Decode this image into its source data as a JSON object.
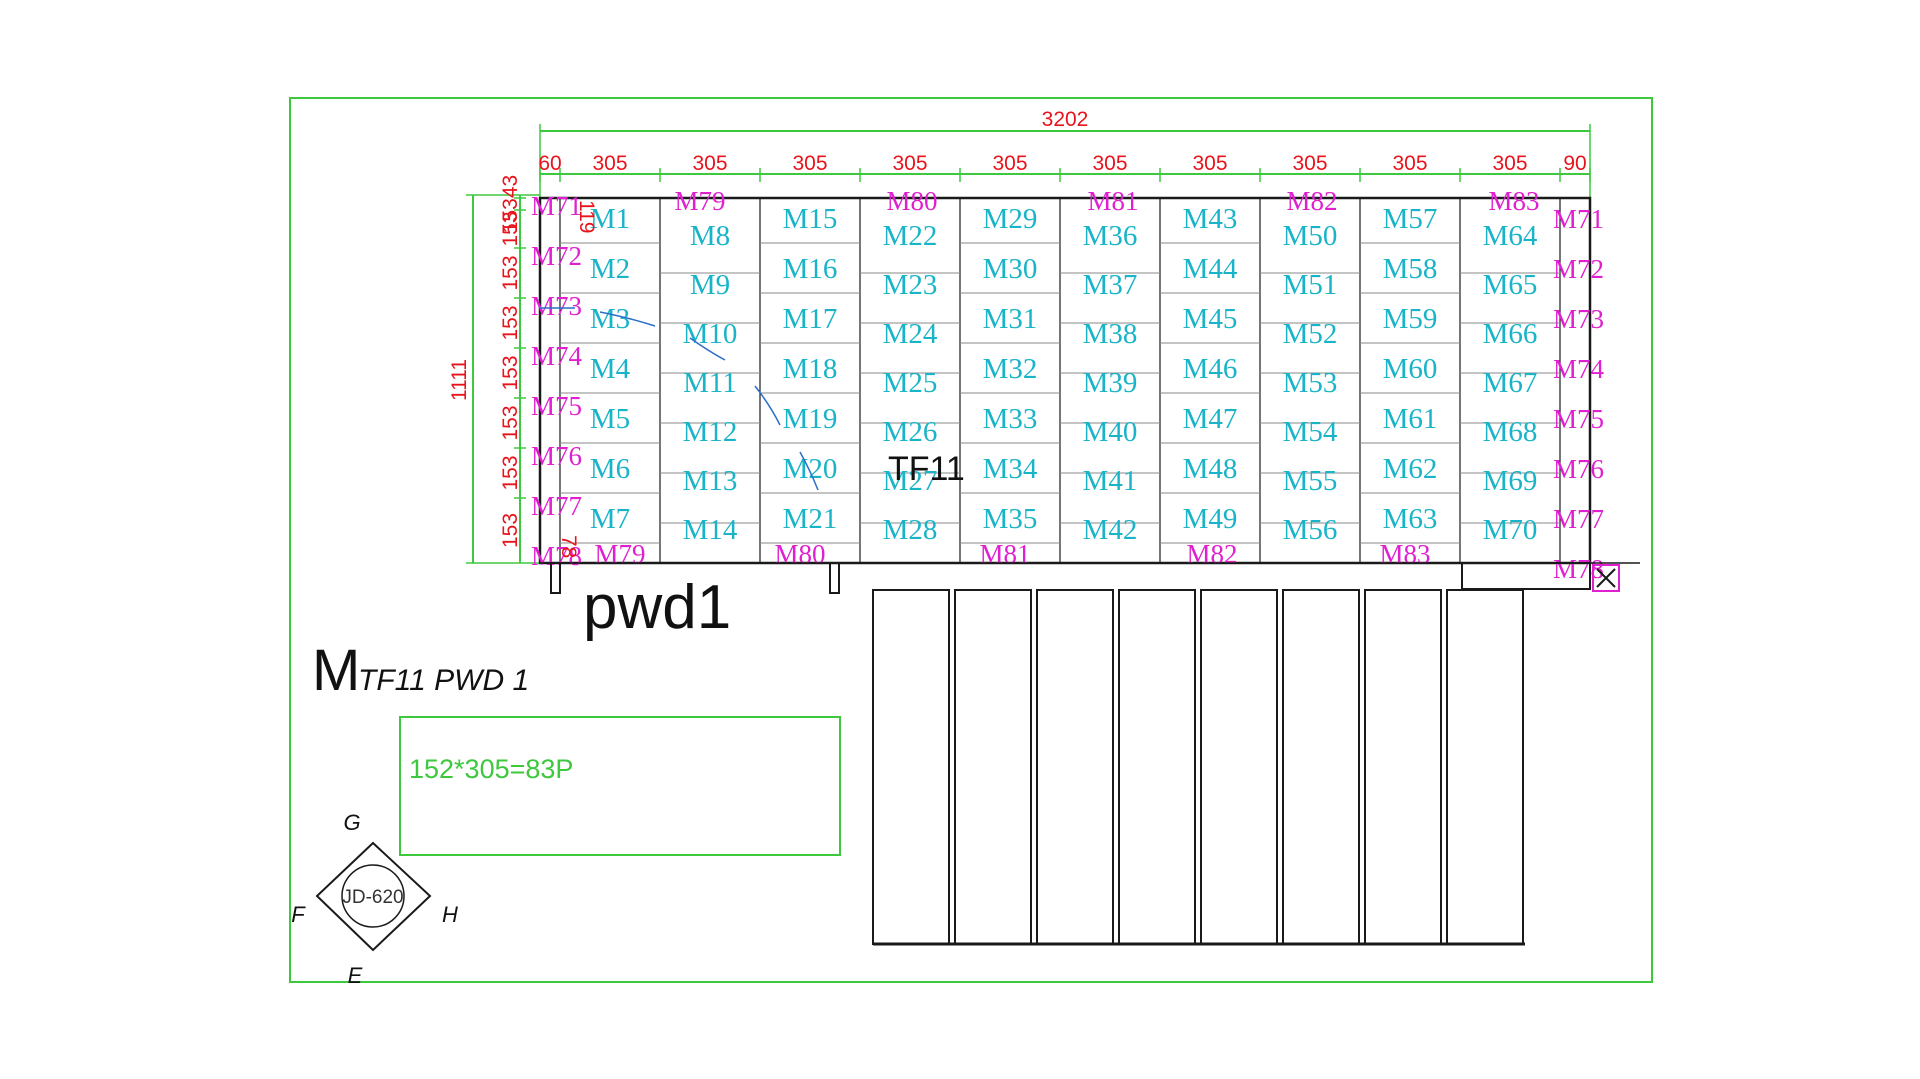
{
  "overall_width": "3202",
  "column_widths": [
    "60",
    "305",
    "305",
    "305",
    "305",
    "305",
    "305",
    "305",
    "305",
    "305",
    "305",
    "90"
  ],
  "height_total": "1111",
  "row_heights": [
    "15343",
    "153",
    "153",
    "153",
    "153",
    "153",
    "153",
    "153"
  ],
  "small_dims": [
    "119",
    "78"
  ],
  "columns": [
    [
      "M1",
      "M2",
      "M3",
      "M4",
      "M5",
      "M6",
      "M7"
    ],
    [
      "M8",
      "M9",
      "M10",
      "M11",
      "M12",
      "M13",
      "M14"
    ],
    [
      "M15",
      "M16",
      "M17",
      "M18",
      "M19",
      "M20",
      "M21"
    ],
    [
      "M22",
      "M23",
      "M24",
      "M25",
      "M26",
      "M27",
      "M28"
    ],
    [
      "M29",
      "M30",
      "M31",
      "M32",
      "M33",
      "M34",
      "M35"
    ],
    [
      "M36",
      "M37",
      "M38",
      "M39",
      "M40",
      "M41",
      "M42"
    ],
    [
      "M43",
      "M44",
      "M45",
      "M46",
      "M47",
      "M48",
      "M49"
    ],
    [
      "M50",
      "M51",
      "M52",
      "M53",
      "M54",
      "M55",
      "M56"
    ],
    [
      "M57",
      "M58",
      "M59",
      "M60",
      "M61",
      "M62",
      "M63"
    ],
    [
      "M64",
      "M65",
      "M66",
      "M67",
      "M68",
      "M69",
      "M70"
    ]
  ],
  "edge_left": [
    "M71",
    "M72",
    "M73",
    "M74",
    "M75",
    "M76",
    "M77",
    "M78"
  ],
  "edge_right": [
    "M71",
    "M72",
    "M73",
    "M74",
    "M75",
    "M76",
    "M77",
    "M78"
  ],
  "top_labels": [
    "M79",
    "M80",
    "M81",
    "M82",
    "M83"
  ],
  "bottom_labels": [
    "M79",
    "M80",
    "M81",
    "M82",
    "M83"
  ],
  "room_label": "TF11",
  "pwd_label": "pwd1",
  "title_big": "M",
  "title_small": "TF11 PWD 1",
  "formula": "152*305=83P",
  "compass": {
    "center": "JD-620",
    "top": "G",
    "left": "F",
    "right": "H",
    "bottom": "E"
  },
  "colors": {
    "frame": "#3ec83e",
    "dimension": "#e8141b",
    "tile": "#1ab4c8",
    "edge": "#e020d0",
    "line": "#1a1a1a"
  }
}
